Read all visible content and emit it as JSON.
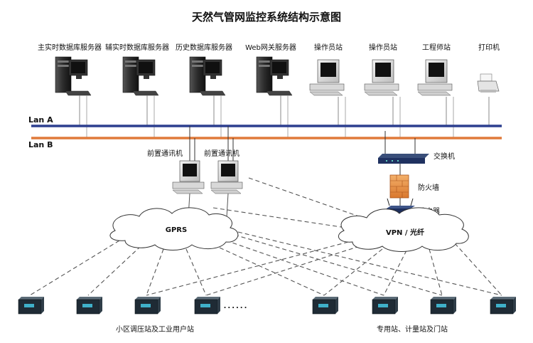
{
  "title": "天然气管网监控系统结构示意图",
  "lans": {
    "a": "Lan A",
    "b": "Lan B"
  },
  "top_devices": [
    {
      "label": "主实时数据库服务器",
      "kind": "server"
    },
    {
      "label": "辅实时数据库服务器",
      "kind": "server"
    },
    {
      "label": "历史数据库服务器",
      "kind": "server"
    },
    {
      "label": "Web网关服务器",
      "kind": "server"
    },
    {
      "label": "操作员站",
      "kind": "workstation"
    },
    {
      "label": "操作员站",
      "kind": "workstation"
    },
    {
      "label": "工程师站",
      "kind": "workstation"
    },
    {
      "label": "打印机",
      "kind": "printer"
    }
  ],
  "front_ends": [
    {
      "label": "前置通讯机"
    },
    {
      "label": "前置通讯机"
    }
  ],
  "network_devices": {
    "switch": "交换机",
    "firewall": "防火墙",
    "router": "路由器"
  },
  "clouds": {
    "gprs": "GPRS",
    "vpn": "VPN / 光纤"
  },
  "rtu_count": 8,
  "ellipsis": "......",
  "bottom_labels": {
    "left": "小区调压站及工业用户站",
    "right": "专用站、计量站及门站"
  },
  "colors": {
    "lan_a": "#2d3f8f",
    "lan_b": "#e07a3a",
    "device_dark": "#2a2a2a",
    "rtu": "#1f2b35"
  }
}
